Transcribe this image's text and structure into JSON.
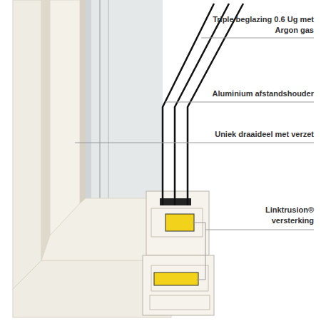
{
  "diagram": {
    "labels": [
      "Triple beglazing 0.6 Ug met Argon gas",
      "Aluminium afstandshouder",
      "Uniek draaideel met verzet",
      "Linktrusion® versterking"
    ]
  }
}
